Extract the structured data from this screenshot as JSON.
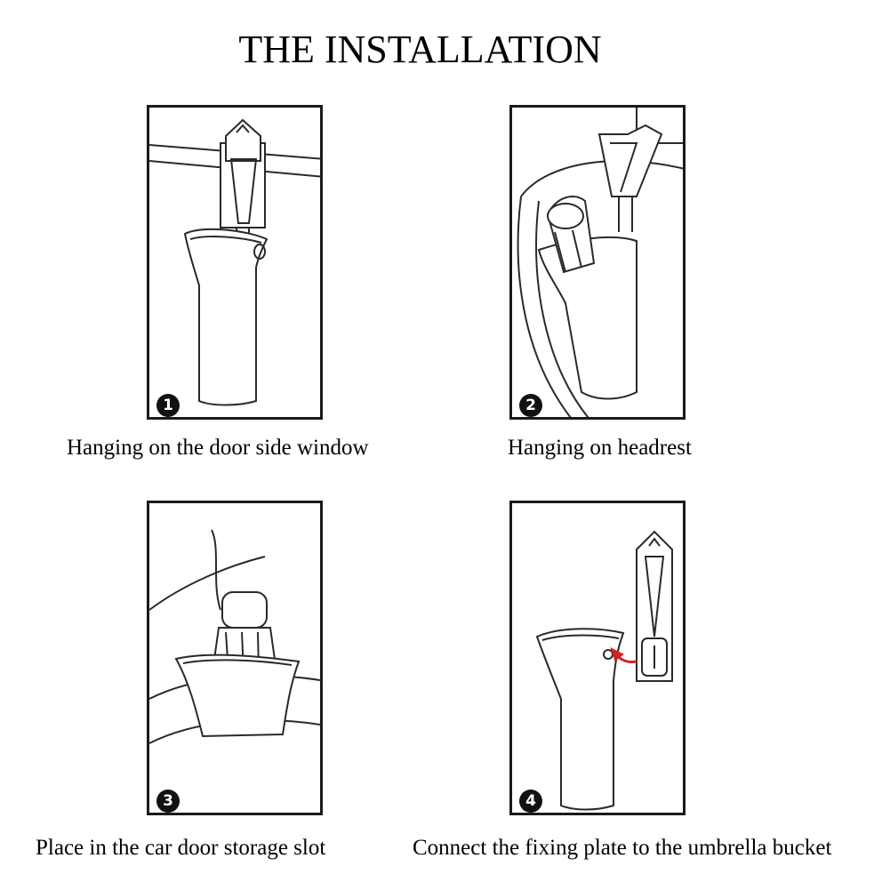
{
  "title": "THE INSTALLATION",
  "steps": [
    {
      "number": "1",
      "caption": "Hanging on the door side window"
    },
    {
      "number": "2",
      "caption": "Hanging on headrest"
    },
    {
      "number": "3",
      "caption": "Place in the car door storage slot"
    },
    {
      "number": "4",
      "caption": "Connect the fixing plate to the umbrella bucket"
    }
  ],
  "colors": {
    "line": "#2a2a2a",
    "arrow": "#d62020",
    "badge": "#111111"
  }
}
